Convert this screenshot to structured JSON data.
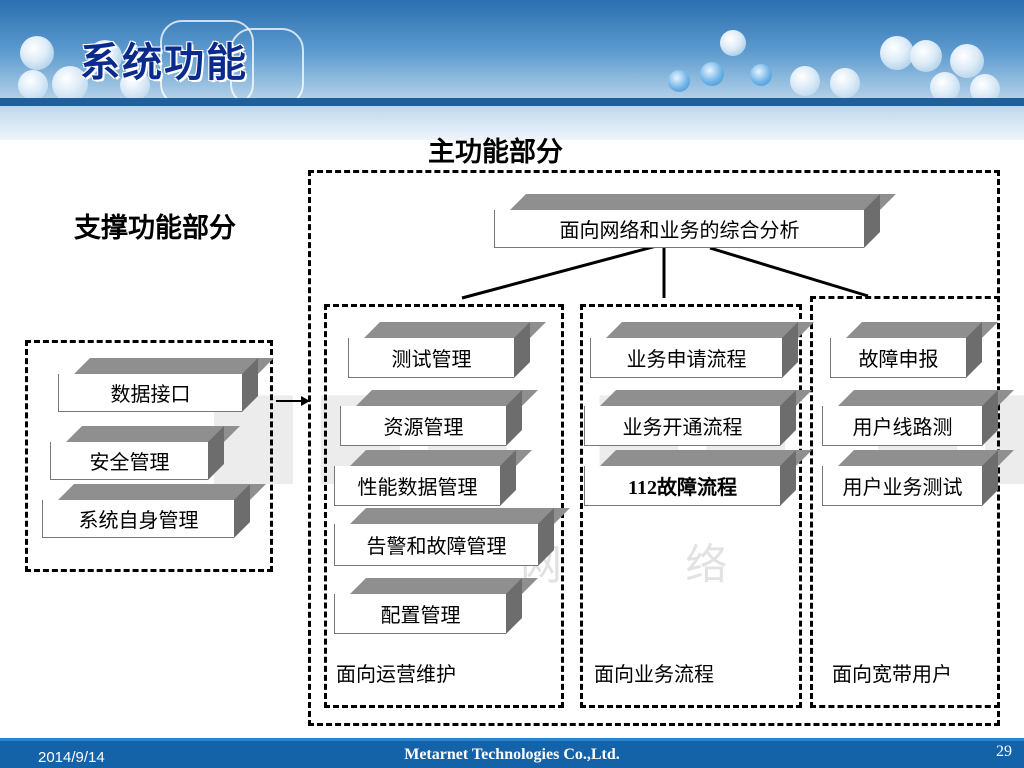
{
  "slide": {
    "title": "系统功能"
  },
  "main_section": {
    "heading": "主功能部分",
    "top_box": "面向网络和业务的综合分析",
    "columns": [
      {
        "caption": "面向运营维护",
        "items": [
          "测试管理",
          "资源管理",
          "性能数据管理",
          "告警和故障管理",
          "配置管理"
        ]
      },
      {
        "caption": "面向业务流程",
        "items": [
          "业务申请流程",
          "业务开通流程",
          "112故障流程"
        ]
      },
      {
        "caption": "面向宽带用户",
        "items": [
          "故障申报",
          "用户线路测",
          "用户业务测试"
        ]
      }
    ]
  },
  "support_section": {
    "heading": "支撑功能部分",
    "items": [
      "数据接口",
      "安全管理",
      "系统自身管理"
    ]
  },
  "watermark": {
    "text": "网   络"
  },
  "footer": {
    "date": "2014/9/14",
    "company": "Metarnet Technologies Co.,Ltd.",
    "page": "29"
  },
  "colors": {
    "header_blue": "#2a6fb0",
    "footer_blue": "#1463a8",
    "title_navy": "#0a2a8c",
    "box_top_gray": "#8f8f8f"
  }
}
